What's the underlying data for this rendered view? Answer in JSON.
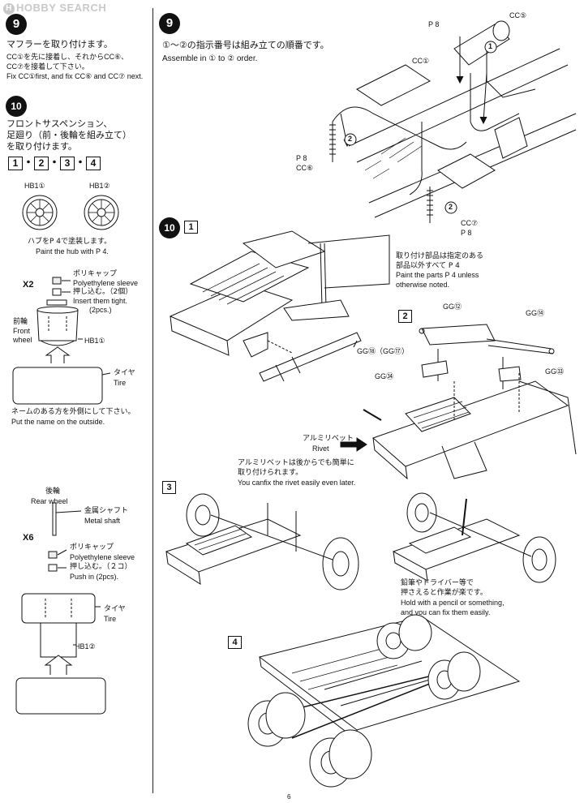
{
  "watermark": "HOBBY SEARCH",
  "left": {
    "step9": {
      "num": "9",
      "jp": "マフラーを取り付けます。",
      "jp2": "CC①を先に接着し、それからCC⑥、CC⑦を接着して下さい。",
      "en": "Fix CC①first, and fix CC⑥ and CC⑦ next."
    },
    "step10": {
      "num": "10",
      "jp1": "フロントサスペンション、",
      "jp2": "足廻り（前・後輪を組み立て）",
      "jp3": "を取り付けます。",
      "boxes": [
        "1",
        "2",
        "3",
        "4"
      ]
    },
    "hub": {
      "l1": "HB1①",
      "l2": "HB1②",
      "jp": "ハブをP 4で塗装します。",
      "en": "Paint the hub with P 4."
    },
    "front": {
      "x": "X2",
      "poly_jp": "ポリキャップ",
      "poly_en": "Polyethylene sleeve",
      "push_jp": "押し込む。（2個）",
      "push_en": "Insert them tight.",
      "push_en2": "(2pcs.)",
      "wheel_jp": "前輪",
      "wheel_en1": "Front",
      "wheel_en2": "wheel",
      "hb": "HB1①",
      "tire_jp": "タイヤ",
      "tire_en": "Tire",
      "name_jp": "ネームのある方を外側にして下さい。",
      "name_en": "Put the name on the outside."
    },
    "rear": {
      "wheel_jp": "後輪",
      "wheel_en": "Rear wheel",
      "shaft_jp": "金属シャフト",
      "shaft_en": "Metal shaft",
      "x": "X6",
      "poly_jp": "ポリキャップ",
      "poly_en": "Polyethylene sleeve",
      "push_jp": "押し込む。（２コ）",
      "push_en": "Push in (2pcs).",
      "tire_jp": "タイヤ",
      "tire_en": "Tire",
      "hb": "HB1②"
    }
  },
  "right": {
    "step9": {
      "num": "9",
      "order_jp": "①～②の指示番号は組み立ての順番です。",
      "order_en": "Assemble in ① to ② order.",
      "labels": {
        "cc5": "CC⑤",
        "p8a": "P 8",
        "cc1": "CC①",
        "p8b": "P 8",
        "cc6": "CC⑥",
        "cc7": "CC⑦",
        "p8c": "P 8",
        "n1": "1",
        "n2a": "2",
        "n2b": "2"
      }
    },
    "step10": {
      "num": "10",
      "sub": "1",
      "note_jp1": "取り付け部品は指定のある",
      "note_jp2": "部品以外すべて P 4",
      "note_en1": "Paint the parts P 4 unless",
      "note_en2": "otherwise noted.",
      "gg18": "GG⑱（GG⑰）"
    },
    "sub2": {
      "num": "2",
      "gg12": "GG⑫",
      "gg14": "GG⑭",
      "gg34": "GG㉞",
      "gg33": "GG㉝",
      "rivet_jp": "アルミリベット",
      "rivet_en": "Rivet",
      "rivet_note_jp1": "アルミリベットは後からでも簡単に",
      "rivet_note_jp2": "取り付けられます。",
      "rivet_note_en": "You canfix the rivet easily even later."
    },
    "sub3": {
      "num": "3",
      "note_jp1": "鉛筆やドライバー等で",
      "note_jp2": "押さえると作業が楽です。",
      "note_en1": "Hold with a pencil or something,",
      "note_en2": "and you can fix them easily."
    },
    "sub4": {
      "num": "4"
    }
  },
  "page_number": "6"
}
